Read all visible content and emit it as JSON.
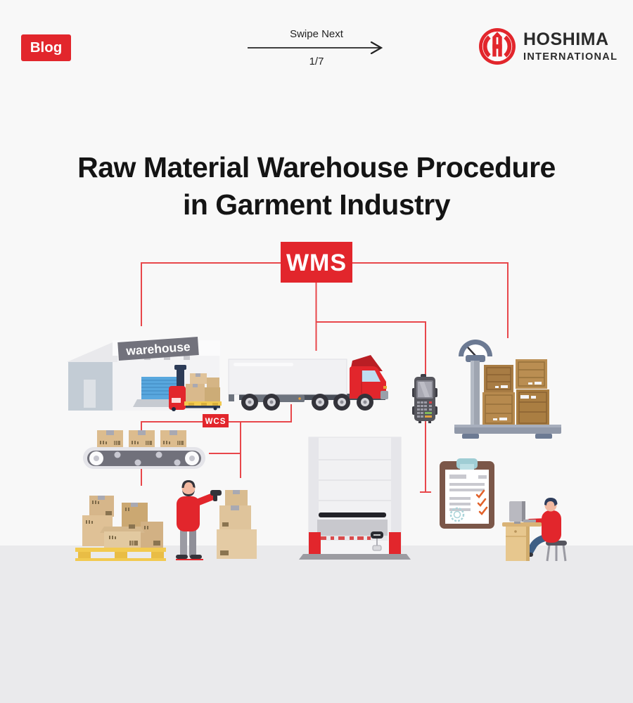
{
  "header": {
    "blog_badge": "Blog",
    "swipe": {
      "label": "Swipe Next",
      "pagination": "1/7"
    },
    "brand": {
      "name": "HOSHIMA",
      "subtitle": "INTERNATIONAL"
    }
  },
  "title": {
    "line1": "Raw Material Warehouse Procedure",
    "line2": "in Garment Industry"
  },
  "diagram": {
    "wms_label": "WMS",
    "wcs_label": "WCS",
    "warehouse_sign": "warehouse",
    "nodes": [
      "warehouse-building",
      "pallet-stacker-forklift",
      "delivery-truck",
      "handheld-scanner-terminal",
      "platform-scale-with-crates",
      "conveyor-belt-with-boxes",
      "pallet-with-boxes",
      "worker-scanning-boxes",
      "vertical-lift-storage-module",
      "inspection-clipboard",
      "worker-at-computer-desk"
    ]
  },
  "colors": {
    "accent_red": "#E2262C",
    "connector_red": "#E8474B",
    "background": "#F8F8F8",
    "floor": "#EAEAEC",
    "title_text": "#141414",
    "sign_gray": "#72727C",
    "pallet_yellow": "#F2CA50",
    "box_tan": "#DCBC8E",
    "crate_brown": "#A87C44",
    "scale_slate": "#6C7A93",
    "clipboard_brown": "#7B5749",
    "check_orange": "#E2622B"
  }
}
